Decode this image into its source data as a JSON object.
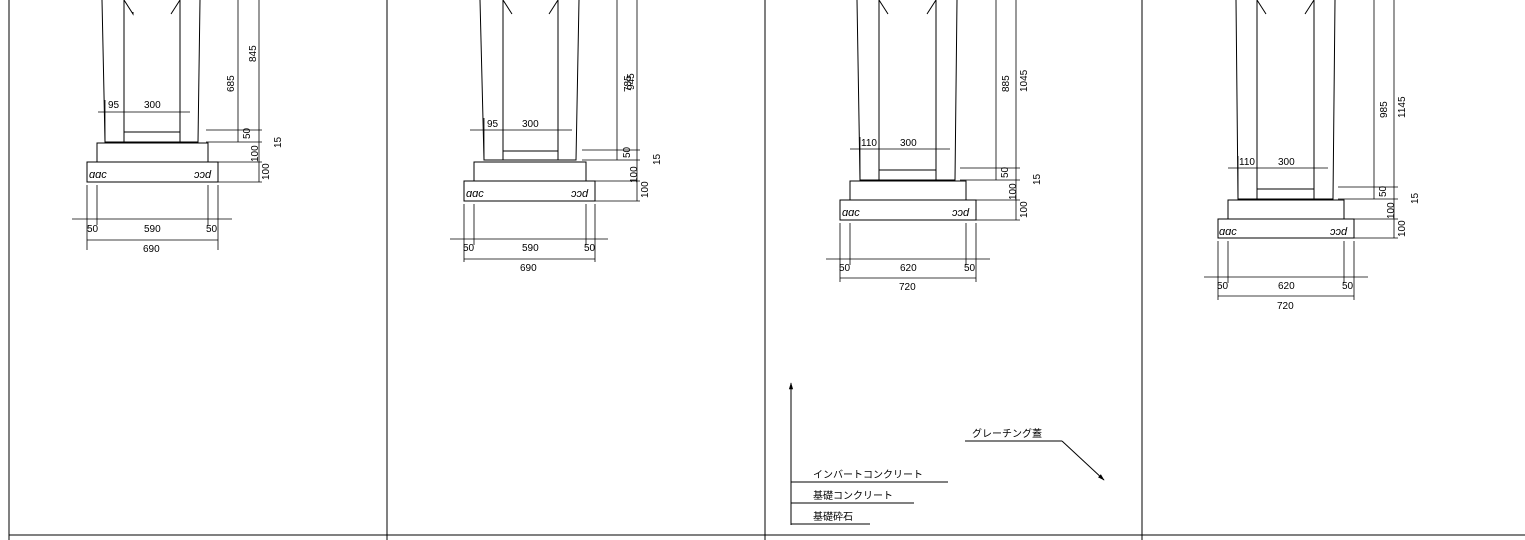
{
  "panels": [
    {
      "wall_thickness": "95",
      "inner_width": "300",
      "wall_height": "685",
      "total_height": "845",
      "inv_h": "50",
      "base_h": "100",
      "gravel_h": "100",
      "extra_h": "15",
      "left_margin": "50",
      "base_width": "590",
      "right_margin": "50",
      "overall_width": "690"
    },
    {
      "wall_thickness": "95",
      "inner_width": "300",
      "wall_height": "785",
      "total_height": "945",
      "inv_h": "50",
      "base_h": "100",
      "gravel_h": "100",
      "extra_h": "15",
      "left_margin": "50",
      "base_width": "590",
      "right_margin": "50",
      "overall_width": "690"
    },
    {
      "wall_thickness": "110",
      "inner_width": "300",
      "wall_height": "885",
      "total_height": "1045",
      "inv_h": "50",
      "base_h": "100",
      "gravel_h": "100",
      "extra_h": "15",
      "left_margin": "50",
      "base_width": "620",
      "right_margin": "50",
      "overall_width": "720"
    },
    {
      "wall_thickness": "110",
      "inner_width": "300",
      "wall_height": "985",
      "total_height": "1145",
      "inv_h": "50",
      "base_h": "100",
      "gravel_h": "100",
      "extra_h": "15",
      "left_margin": "50",
      "base_width": "620",
      "right_margin": "50",
      "overall_width": "720"
    }
  ],
  "legend": {
    "grating_cover": "グレーチング蓋",
    "invert_concrete": "インバートコンクリート",
    "base_concrete": "基礎コンクリート",
    "base_gravel": "基礎砕石"
  }
}
